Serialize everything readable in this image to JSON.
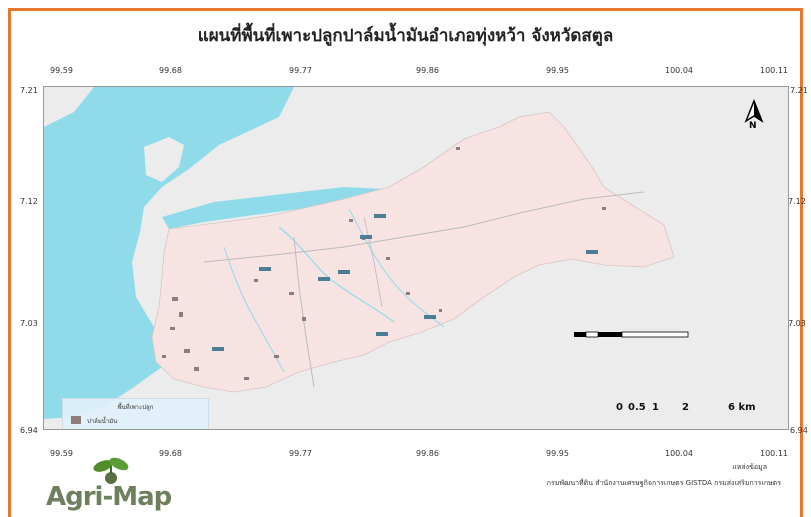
{
  "title": "แผนที่พื้นที่เพาะปลูกปาล์มน้ำมันอำเภอทุ่งหว้า จังหวัดสตูล",
  "x_ticks": [
    "99.59",
    "99.68",
    "99.77",
    "99.86",
    "99.95",
    "100.04",
    "100.11"
  ],
  "y_ticks": [
    "7.21",
    "7.12",
    "7.03",
    "6.94"
  ],
  "legend": {
    "title": "พื้นที่เพาะปลูก",
    "item_label": "ปาล์มน้ำมัน",
    "item_color": "#8f7b78"
  },
  "scale": {
    "labels": [
      "0",
      "0.5",
      "1",
      "2",
      "6 km"
    ]
  },
  "north": {
    "label": "N"
  },
  "source": {
    "title": "แหล่งข้อมูล",
    "text": "กรมพัฒนาที่ดิน สำนักงานเศรษฐกิจการเกษตร GISTDA กรมส่งเสริมการเกษตร"
  },
  "logo": {
    "text": "Agri-Map"
  },
  "colors": {
    "frame": "#e8772e",
    "water": "#8fdbe9",
    "district": "#f7e4e2",
    "outside": "#ececec",
    "plantation": "#8f7b78"
  }
}
